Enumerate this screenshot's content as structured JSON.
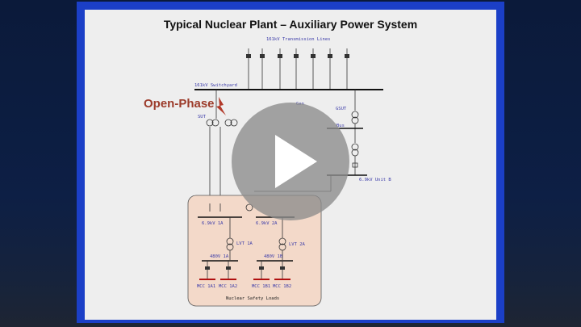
{
  "slide": {
    "title": "Typical Nuclear Plant – Auxiliary Power System",
    "callout": "Open-Phase",
    "labels": {
      "transmission": "161kV Transmission Lines",
      "switchyard": "161kV Switchyard",
      "sut": "SUT",
      "gen": "Gen",
      "gsut": "GSUT",
      "bus": "Bus",
      "unit_b": "6.9kV Unit B",
      "bus_1a": "6.9kV 1A",
      "bus_2a": "6.9kV 2A",
      "lvt_1a": "LVT 1A",
      "lvt_2a": "LVT 2A",
      "bus_480_1a": "480V 1A",
      "bus_480_1b": "480V 1B",
      "mcc": [
        "MCC 1A1",
        "MCC 1A2",
        "MCC 1B1",
        "MCC 1B2"
      ],
      "safety": "Nuclear Safety Loads"
    }
  },
  "player": {
    "play_icon": "play-icon"
  },
  "colors": {
    "slide_frame": "#1b3fc7",
    "callout": "#9c3b2a",
    "safety_box": "#f3d9c9",
    "mcc_bus": "#b01010"
  }
}
